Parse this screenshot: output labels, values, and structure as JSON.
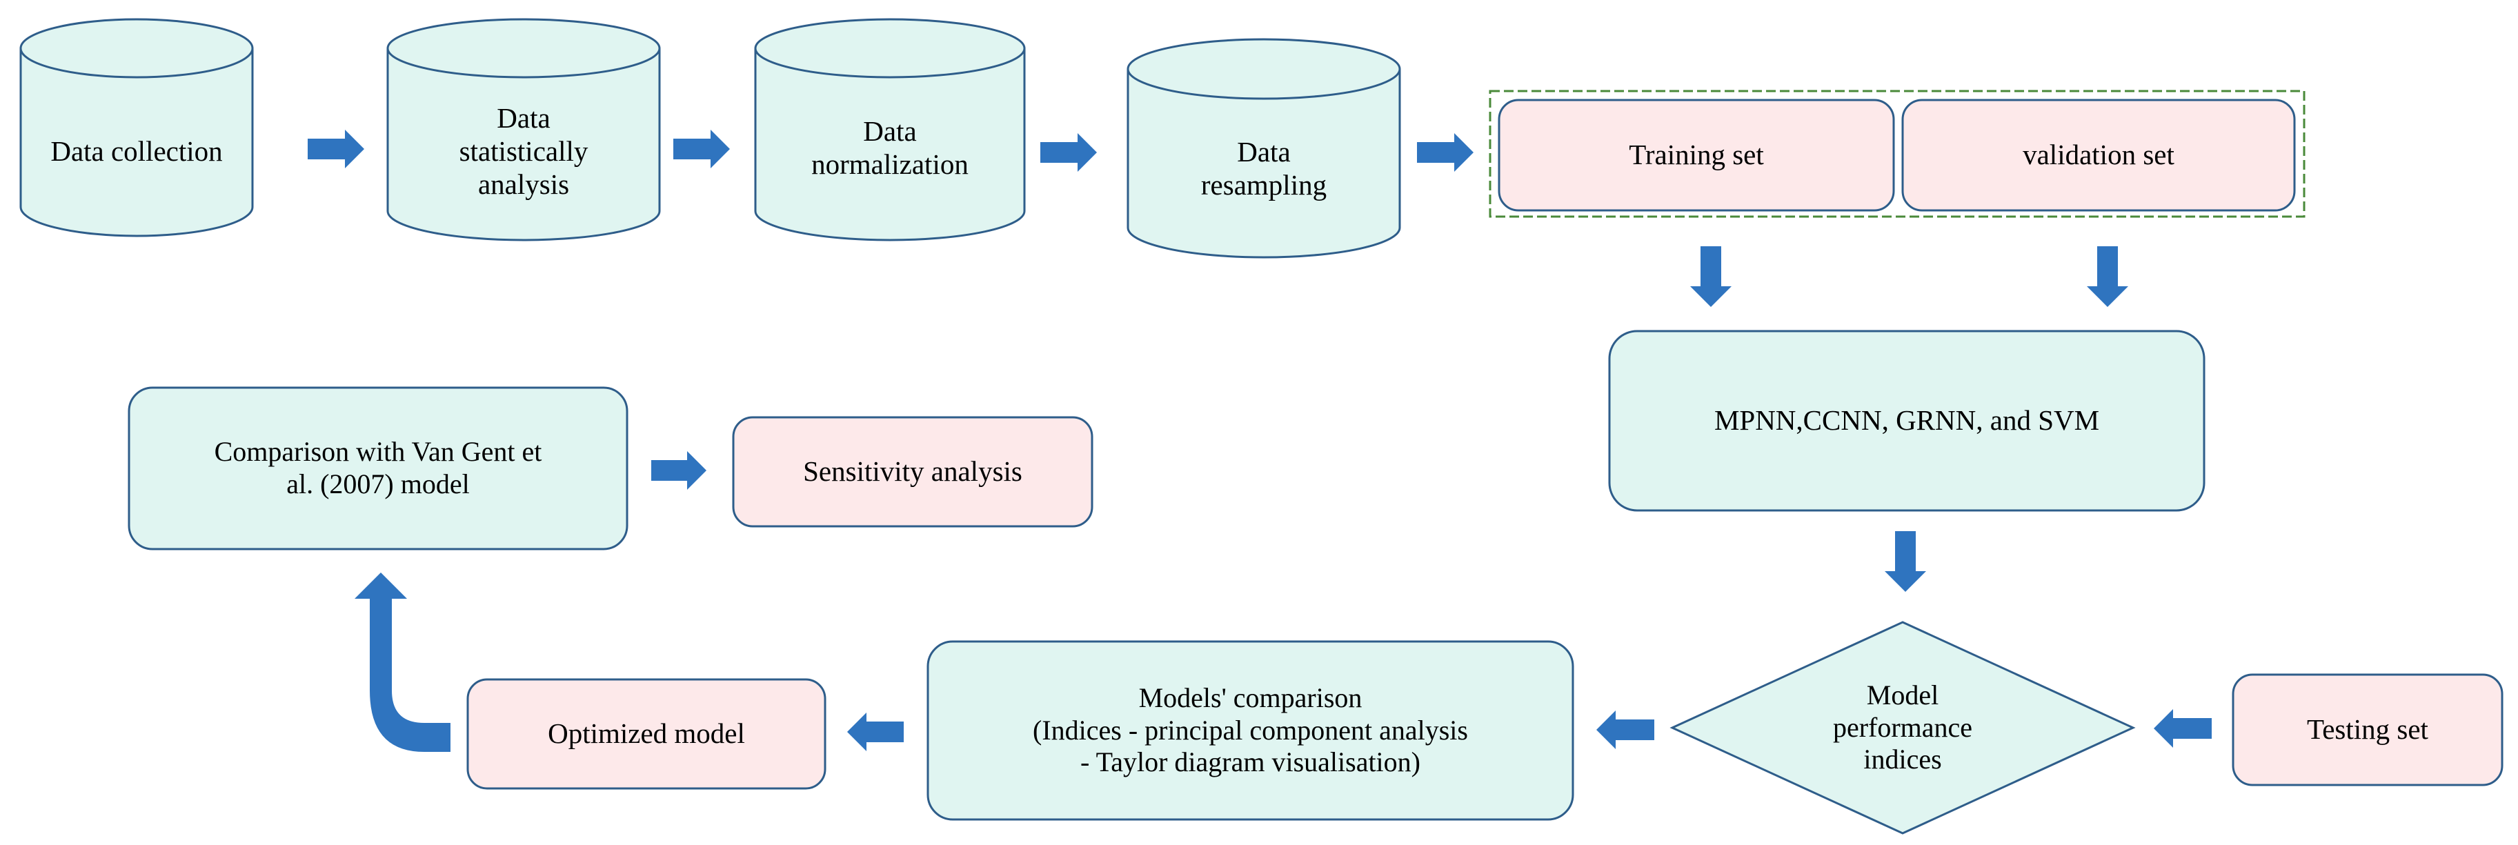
{
  "colors": {
    "box_fill_teal": "#e0f5f1",
    "box_fill_pink": "#fde9ea",
    "box_stroke": "#2e5d8a",
    "arrow_fill": "#2f74bf",
    "group_border": "#4a8a3a"
  },
  "nodes": {
    "data_collection": "Data collection",
    "data_statistical_analysis": "Data\nstatistically\nanalysis",
    "data_normalization": "Data\nnormalization",
    "data_resampling": "Data\nresampling",
    "training_set": "Training set",
    "validation_set": "validation set",
    "models": "MPNN,CCNN, GRNN, and SVM",
    "performance_indices": "Model\nperformance\nindices",
    "testing_set": "Testing set",
    "models_comparison": "Models' comparison\n(Indices - principal component analysis\n- Taylor diagram visualisation)",
    "optimized_model": "Optimized model",
    "van_gent_comparison": "Comparison with Van Gent et\nal. (2007) model",
    "sensitivity_analysis": "Sensitivity analysis"
  },
  "icons": {
    "flow_arrow": "block-arrow-icon",
    "storage_shape": "cylinder-shape",
    "decision_shape": "diamond-shape"
  }
}
